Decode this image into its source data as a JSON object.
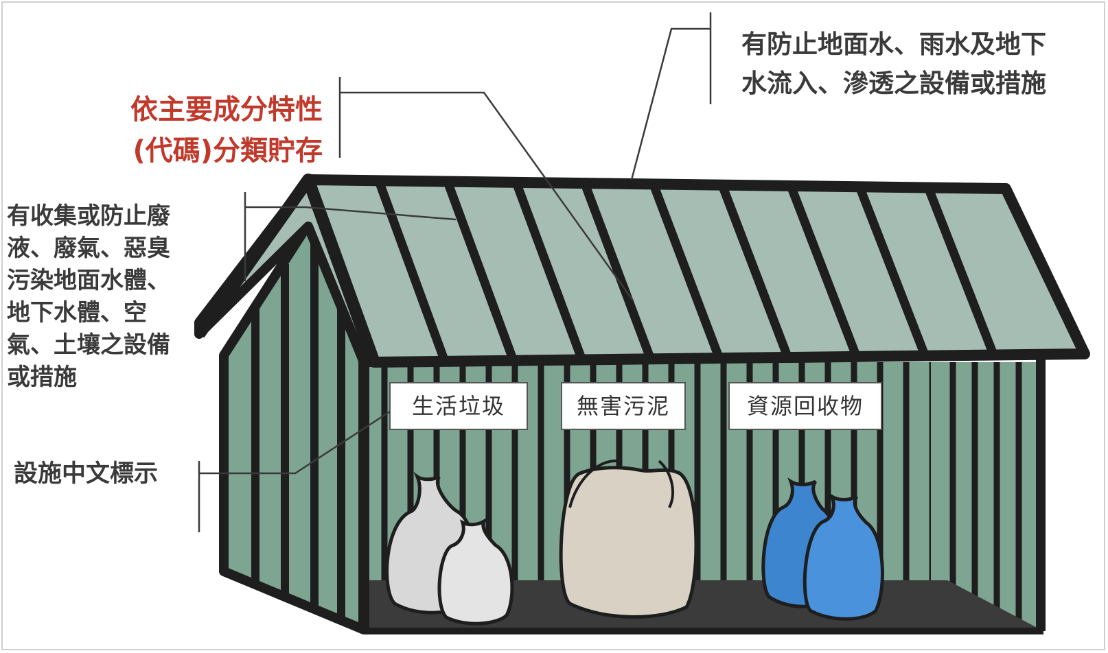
{
  "callouts": {
    "water_barrier": [
      "有防止地面水、雨水及地下",
      "水流入、滲透之設備或措施"
    ],
    "classified_storage": [
      "依主要成分特性",
      "(代碼)分類貯存"
    ],
    "pollution_prevention": [
      "有收集或防止廢",
      "液、廢氣、惡臭",
      "污染地面水體、",
      "地下水體、空",
      "氣、土壤之設備",
      "或措施"
    ],
    "signage": "設施中文標示"
  },
  "signs": {
    "domestic": "生活垃圾",
    "sludge": "無害污泥",
    "recycle": "資源回收物"
  },
  "colors": {
    "highlight_text": "#c0392b",
    "body_text": "#3a3a3a",
    "roof_panel": "#a6bdb4",
    "wall_panel": "#7ea592",
    "frame": "#1e1e1e",
    "floor": "#3b3b3b",
    "bag_white": "#d8d8d8",
    "bag_beige": "#d9d1c3",
    "bag_blue": "#3d86cf"
  }
}
